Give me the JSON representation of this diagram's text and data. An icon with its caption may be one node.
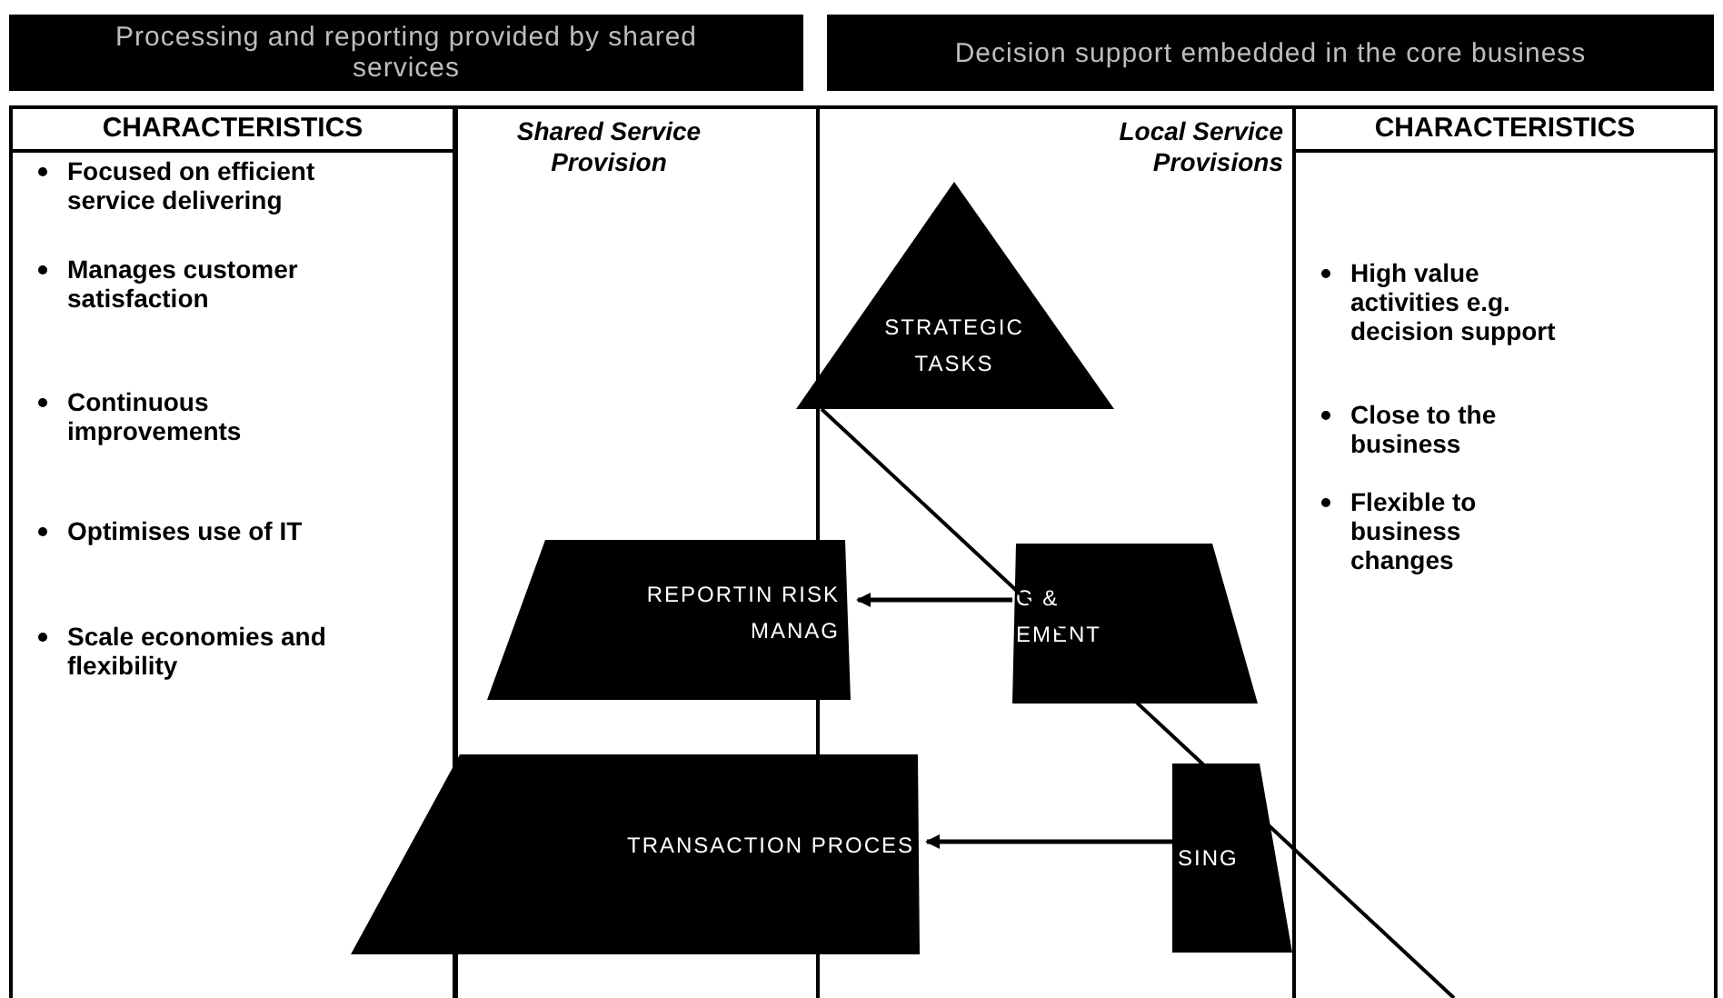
{
  "diagram": {
    "nodes": [
      {
        "text": [
          "Processing and reporting provided by shared services"
        ]
      },
      {
        "text": [
          "Decision support embedded in the core business"
        ]
      },
      {
        "text": [
          "CHARACTERISTICS",
          "Focused on efficient service delivering",
          "Manages customer satisfaction",
          "Continuous improvements",
          "Optimises use of IT",
          "Scale economies and flexibility"
        ]
      },
      {
        "text": [
          "Shared Service Provision"
        ]
      },
      {
        "text": [
          "Local Service Provisions"
        ]
      },
      {
        "text": [
          "CHARACTERISTICS",
          "High value activities e.g. decision support",
          "Close to the business",
          "Flexible to business changes"
        ]
      },
      {
        "text": [
          "STRATEGIC TASKS"
        ]
      },
      {
        "text": [
          "REPORTIN RISK MANAG"
        ]
      },
      {
        "text": [
          "G & EMENT"
        ],
        "in": 4
      },
      {
        "text": [
          "TRANSACTION PROCES"
        ]
      },
      {
        "text": [
          "SING"
        ],
        "in": 4
      }
    ],
    "edges": [
      {
        "from": 8,
        "to": 7,
        "arrow": "to"
      },
      {
        "from": 10,
        "to": 9,
        "arrow": "to"
      }
    ]
  }
}
